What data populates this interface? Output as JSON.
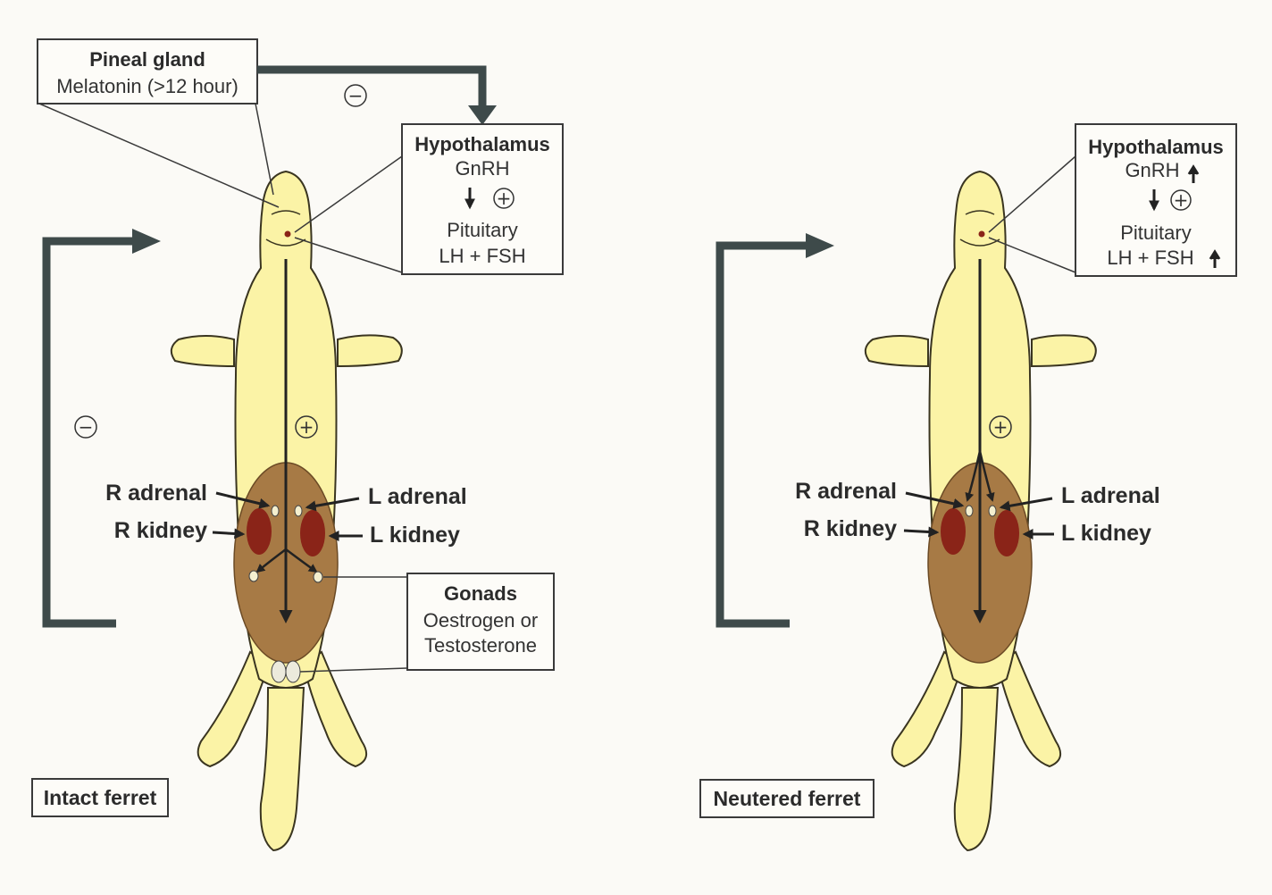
{
  "pineal": {
    "title": "Pineal gland",
    "line": "Melatonin (>12 hour)"
  },
  "signs": {
    "minus": "−",
    "plus": "+"
  },
  "intact": {
    "caption": "Intact ferret",
    "hypothalamus": {
      "title": "Hypothalamus",
      "gnrh": "GnRH",
      "pituitary": "Pituitary",
      "lhfsh": "LH + FSH"
    },
    "gonads": {
      "title": "Gonads",
      "line1": "Oestrogen or",
      "line2": "Testosterone"
    },
    "labels": {
      "r_adrenal": "R adrenal",
      "r_kidney": "R kidney",
      "l_adrenal": "L adrenal",
      "l_kidney": "L kidney"
    }
  },
  "neutered": {
    "caption": "Neutered ferret",
    "hypothalamus": {
      "title": "Hypothalamus",
      "gnrh": "GnRH",
      "pituitary": "Pituitary",
      "lhfsh": "LH + FSH"
    },
    "labels": {
      "r_adrenal": "R adrenal",
      "r_kidney": "R kidney",
      "l_adrenal": "L adrenal",
      "l_kidney": "L kidney"
    }
  },
  "colors": {
    "fur": "#fbf3a6",
    "fur_outline": "#3a3520",
    "abdomen": "#a77a45",
    "kidney": "#8a2418",
    "arrow": "#3e4a4a",
    "box_border": "#3a3a3a"
  }
}
